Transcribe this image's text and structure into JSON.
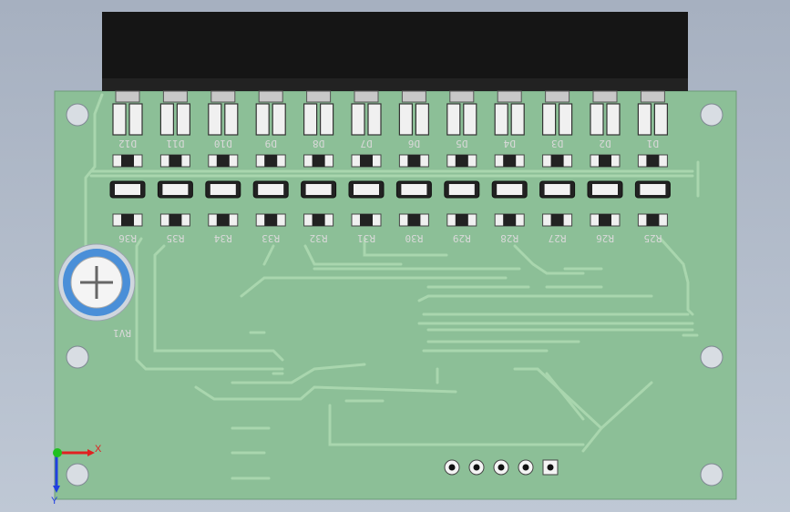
{
  "scene": {
    "name": "pcb-3d-view",
    "colors": {
      "background_top": "#a6b0c0",
      "board": "#8cbf97",
      "trace": "#a9d6ae",
      "connector": "#151515",
      "pad": "#e8e8e8",
      "silkscreen": "#dcdcdc",
      "potentiometer_ring": "#4a8fd8"
    }
  },
  "leds": [
    "D12",
    "D11",
    "D10",
    "D9",
    "D8",
    "D7",
    "D6",
    "D5",
    "D4",
    "D3",
    "D2",
    "D1"
  ],
  "resistors": [
    "R36",
    "R35",
    "R34",
    "R33",
    "R32",
    "R31",
    "R30",
    "R29",
    "R28",
    "R27",
    "R26",
    "R25"
  ],
  "potentiometer": {
    "label": "RV1",
    "icon": "crosshead-screw-icon"
  },
  "header_pins_count": 5,
  "triad": {
    "x_label": "X",
    "y_label": "Y",
    "x_color": "#e02020",
    "y_color": "#20c020",
    "z_color": "#2040e0"
  }
}
